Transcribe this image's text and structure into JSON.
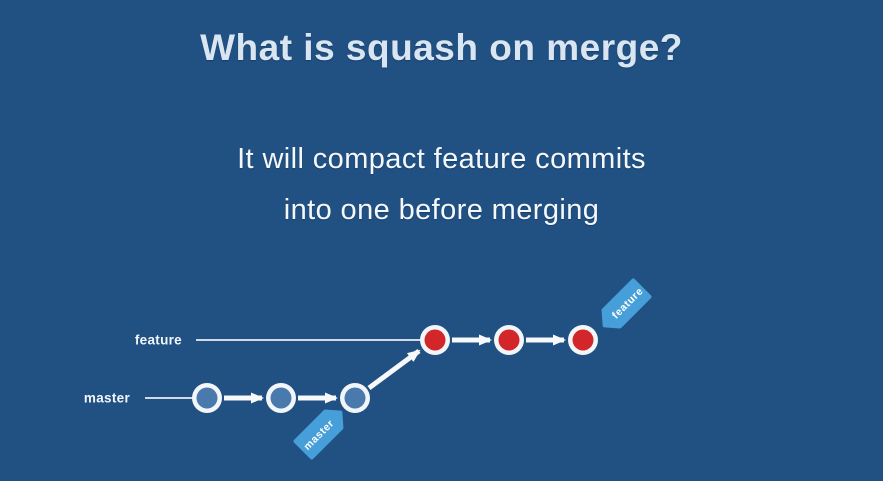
{
  "slide": {
    "title": "What is squash on merge?",
    "subtitle_lines": [
      "It will compact feature commits",
      "into one before merging"
    ]
  },
  "colors": {
    "background": "#215083",
    "title_text": "#d9e6f2",
    "subtitle_text": "#f4f8fb",
    "branch_label_text": "#f2f6fa",
    "branch_line": "#d9e2eb",
    "arrow": "#f7f9fb",
    "commit_ring": "#f3f6f8",
    "tag_fill": "#469fd8",
    "tag_text": "#ffffff"
  },
  "diagram": {
    "branches": [
      {
        "id": "feature",
        "label": "feature",
        "commit_count": 3,
        "commit_color": "#d2262b",
        "tag": {
          "label": "feature",
          "direction": "points-down-left"
        }
      },
      {
        "id": "master",
        "label": "master",
        "commit_count": 3,
        "commit_color": "#4a79ad",
        "tag": {
          "label": "master",
          "direction": "points-up-right"
        }
      }
    ]
  }
}
